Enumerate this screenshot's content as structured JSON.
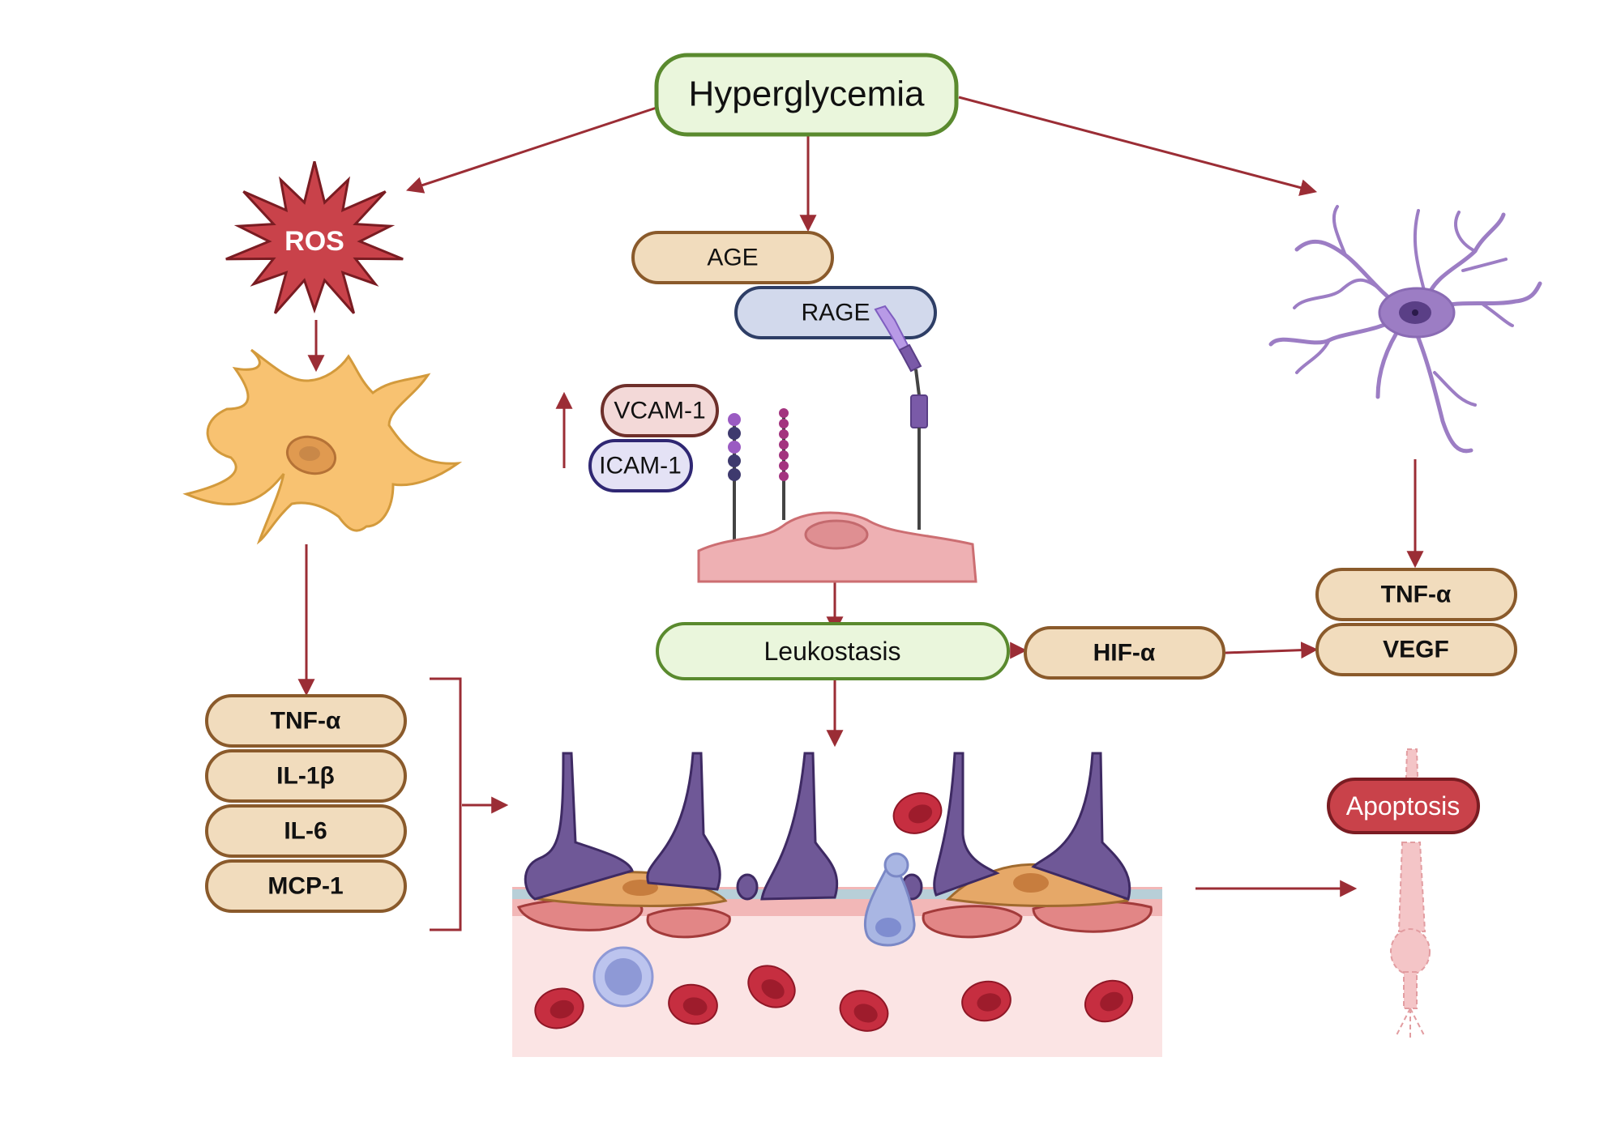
{
  "nodes": {
    "hyperglycemia": "Hyperglycemia",
    "ros": "ROS",
    "age": "AGE",
    "rage": "RAGE",
    "vcam": "VCAM-1",
    "icam": "ICAM-1",
    "leukostasis": "Leukostasis",
    "hif": "HIF-α",
    "right_markers": [
      "TNF-α",
      "VEGF"
    ],
    "left_markers": [
      "TNF-α",
      "IL-1β",
      "IL-6",
      "MCP-1"
    ],
    "apoptosis": "Apoptosis"
  },
  "icons": [
    "ros-burst-icon",
    "astrocyte-icon",
    "microglia-icon",
    "endothelial-cell-icon",
    "retinal-tissue-icon",
    "red-blood-cell-icon",
    "leukocyte-icon",
    "photoreceptor-icon",
    "up-arrow-icon"
  ],
  "colors": {
    "arrow": "#9b2d35",
    "green_border": "#5a8a2e",
    "green_fill": "#eaf6dc",
    "tan_fill": "#f1dcbd",
    "tan_border": "#8a5a2b",
    "rage_fill": "#d2d9ec",
    "rage_border": "#2e3e66",
    "ros_fill": "#c9424a",
    "apoptosis_fill": "#c9424a",
    "astrocyte": "#f8c271",
    "microglia": "#9c7dc4",
    "endothelial": "#eeb0b3",
    "rbc": "#c62e40"
  }
}
